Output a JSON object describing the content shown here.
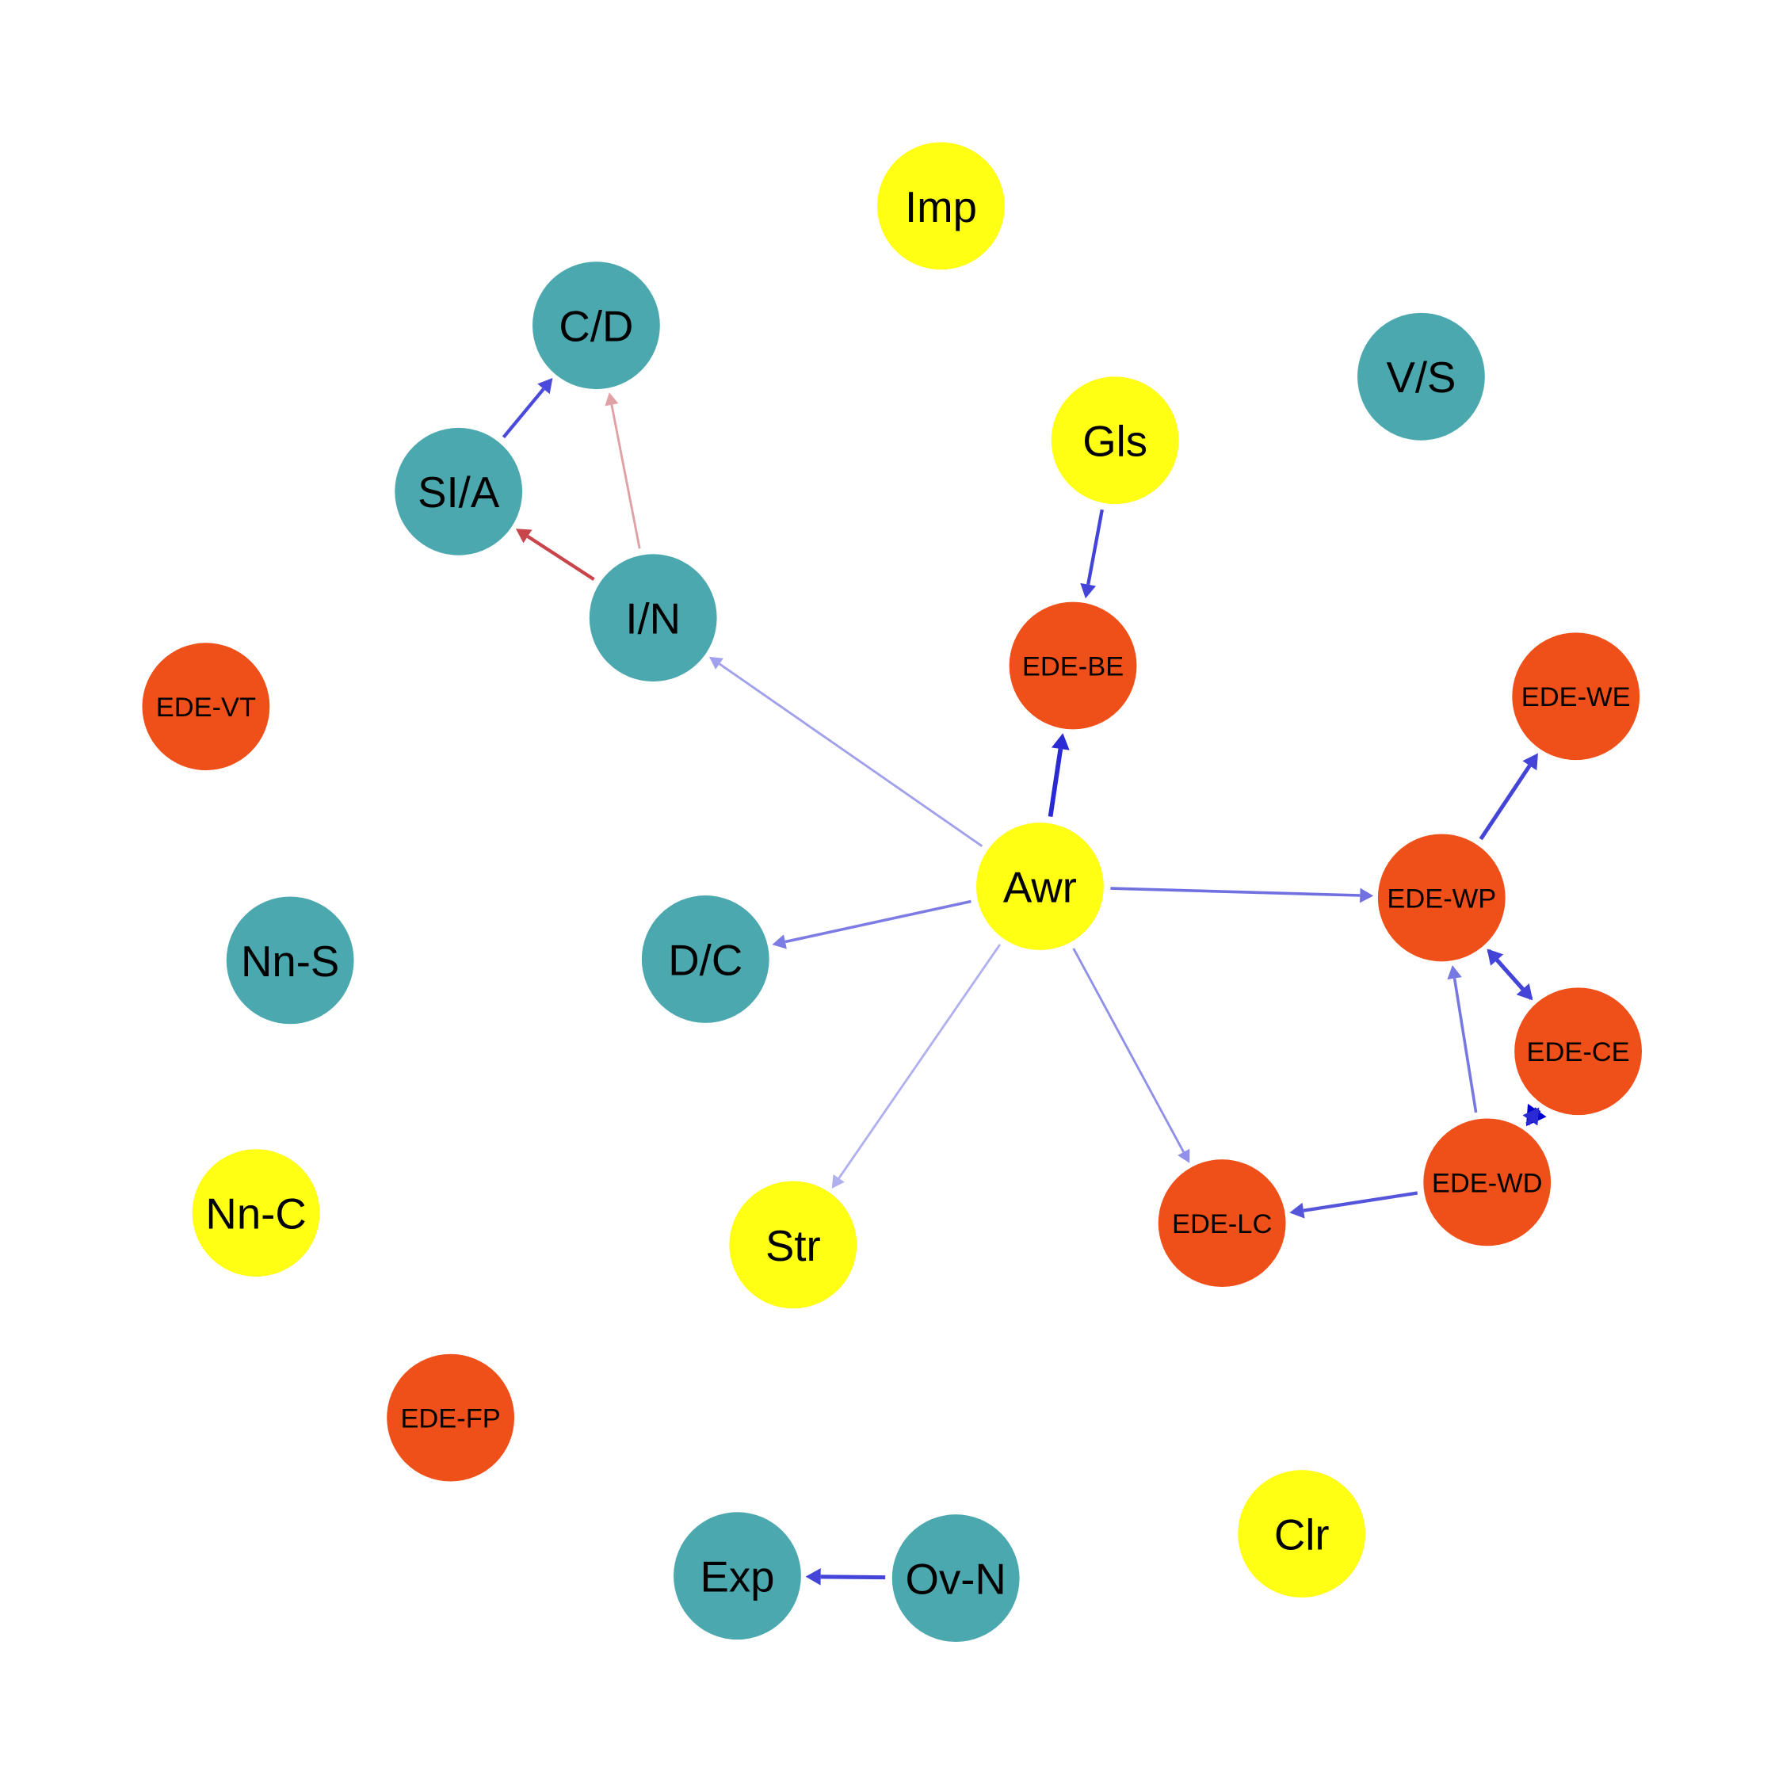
{
  "colors": {
    "teal": "#4BA8AE",
    "orange": "#EF5019",
    "yellow": "#FFFF14"
  },
  "nodes": [
    {
      "id": "Imp",
      "label": "Imp",
      "group": "yellow"
    },
    {
      "id": "C/D",
      "label": "C/D",
      "group": "teal"
    },
    {
      "id": "V/S",
      "label": "V/S",
      "group": "teal"
    },
    {
      "id": "Gls",
      "label": "Gls",
      "group": "yellow"
    },
    {
      "id": "SI/A",
      "label": "SI/A",
      "group": "teal"
    },
    {
      "id": "I/N",
      "label": "I/N",
      "group": "teal"
    },
    {
      "id": "EDE-BE",
      "label": "EDE-BE",
      "group": "orange"
    },
    {
      "id": "EDE-WE",
      "label": "EDE-WE",
      "group": "orange"
    },
    {
      "id": "EDE-VT",
      "label": "EDE-VT",
      "group": "orange"
    },
    {
      "id": "Awr",
      "label": "Awr",
      "group": "yellow"
    },
    {
      "id": "EDE-WP",
      "label": "EDE-WP",
      "group": "orange"
    },
    {
      "id": "Nn-S",
      "label": "Nn-S",
      "group": "teal"
    },
    {
      "id": "D/C",
      "label": "D/C",
      "group": "teal"
    },
    {
      "id": "EDE-CE",
      "label": "EDE-CE",
      "group": "orange"
    },
    {
      "id": "EDE-WD",
      "label": "EDE-WD",
      "group": "orange"
    },
    {
      "id": "Nn-C",
      "label": "Nn-C",
      "group": "yellow"
    },
    {
      "id": "EDE-LC",
      "label": "EDE-LC",
      "group": "orange"
    },
    {
      "id": "Str",
      "label": "Str",
      "group": "yellow"
    },
    {
      "id": "EDE-FP",
      "label": "EDE-FP",
      "group": "orange"
    },
    {
      "id": "Clr",
      "label": "Clr",
      "group": "yellow"
    },
    {
      "id": "Exp",
      "label": "Exp",
      "group": "teal"
    },
    {
      "id": "Ov-N",
      "label": "Ov-N",
      "group": "teal"
    }
  ],
  "edges": [
    {
      "from": "SI/A",
      "to": "C/D",
      "color": "#4A4ADB",
      "weight": 3
    },
    {
      "from": "I/N",
      "to": "C/D",
      "color": "#E0A0A4",
      "weight": 2
    },
    {
      "from": "I/N",
      "to": "SI/A",
      "color": "#C8454C",
      "weight": 3
    },
    {
      "from": "Gls",
      "to": "EDE-BE",
      "color": "#4444D8",
      "weight": 3
    },
    {
      "from": "Awr",
      "to": "EDE-BE",
      "color": "#2A2AD4",
      "weight": 4
    },
    {
      "from": "Awr",
      "to": "I/N",
      "color": "#A0A0EC",
      "weight": 2
    },
    {
      "from": "Awr",
      "to": "D/C",
      "color": "#7C7CE4",
      "weight": 2.5
    },
    {
      "from": "Awr",
      "to": "EDE-WP",
      "color": "#7070E0",
      "weight": 2.5
    },
    {
      "from": "Awr",
      "to": "Str",
      "color": "#B0B0EE",
      "weight": 2
    },
    {
      "from": "Awr",
      "to": "EDE-LC",
      "color": "#9090E8",
      "weight": 2
    },
    {
      "from": "EDE-WP",
      "to": "EDE-WE",
      "color": "#4444D8",
      "weight": 3.5
    },
    {
      "from": "EDE-CE",
      "to": "EDE-WP",
      "color": "#4444D8",
      "weight": 3.5
    },
    {
      "from": "EDE-WP",
      "to": "EDE-CE",
      "color": "#4444D8",
      "weight": 3.5
    },
    {
      "from": "EDE-WD",
      "to": "EDE-WP",
      "color": "#7878E2",
      "weight": 2.5
    },
    {
      "from": "EDE-CE",
      "to": "EDE-WD",
      "color": "#0000CC",
      "weight": 6
    },
    {
      "from": "EDE-WD",
      "to": "EDE-CE",
      "color": "#2A2AD4",
      "weight": 4
    },
    {
      "from": "EDE-WD",
      "to": "EDE-LC",
      "color": "#5555DC",
      "weight": 3
    },
    {
      "from": "Ov-N",
      "to": "Exp",
      "color": "#4444D8",
      "weight": 3.5
    }
  ]
}
